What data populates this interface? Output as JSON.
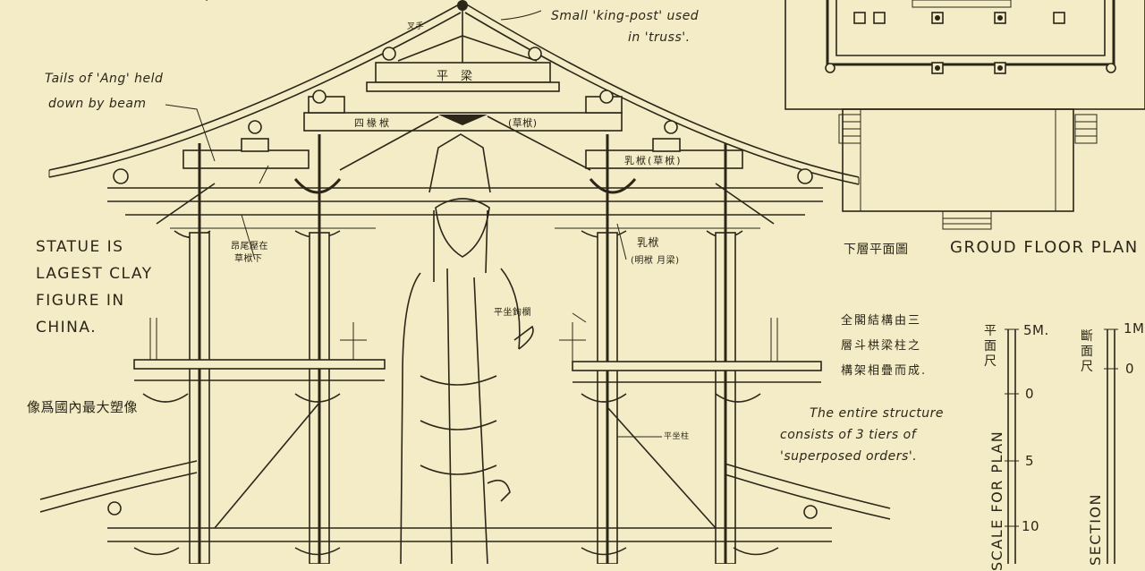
{
  "header": {
    "title": "LIAO DYNASTY, 984 A.D."
  },
  "annotations": {
    "king_post": [
      "Small 'king-post' used",
      "in 'truss'."
    ],
    "tails": [
      "Tails of 'Ang' held",
      "down by beam"
    ],
    "statue": [
      "STATUE IS",
      "LAGEST CLAY",
      "FIGURE IN",
      "CHINA."
    ],
    "statue_cn": "像爲國內最大塑像",
    "structure_cn": [
      "全閣結構由三",
      "層斗栱梁柱之",
      "構架相疊而成."
    ],
    "structure_en": [
      "The entire structure",
      "consists of 3 tiers of",
      "'superposed orders'."
    ]
  },
  "beam_labels": {
    "cha_shou": "叉手",
    "ping_liang": "平梁",
    "si_chuan_fu": "四椽栿",
    "cao_fu_1": "(草栿)",
    "ru_fu_cao": "乳栿(草栿)",
    "ang_wei": [
      "昂尾壓在",
      "草栿下"
    ],
    "ru_fu": [
      "乳栿",
      "(明栿 月梁)"
    ],
    "pingzuo_lan": "平坐鉤欄",
    "pingzuo_zhu": "平坐柱"
  },
  "plan": {
    "cn_title": "下層平面圖",
    "en_title": "GROUD FLOOR PLAN"
  },
  "scales": {
    "plan": {
      "cn": "平面尺",
      "label": "SCALE FOR PLAN",
      "unit": "5M.",
      "ticks": [
        "0",
        "5",
        "10"
      ]
    },
    "section": {
      "cn": "斷面尺",
      "label": "SECTION",
      "unit": "1M",
      "ticks": [
        "0"
      ]
    }
  }
}
